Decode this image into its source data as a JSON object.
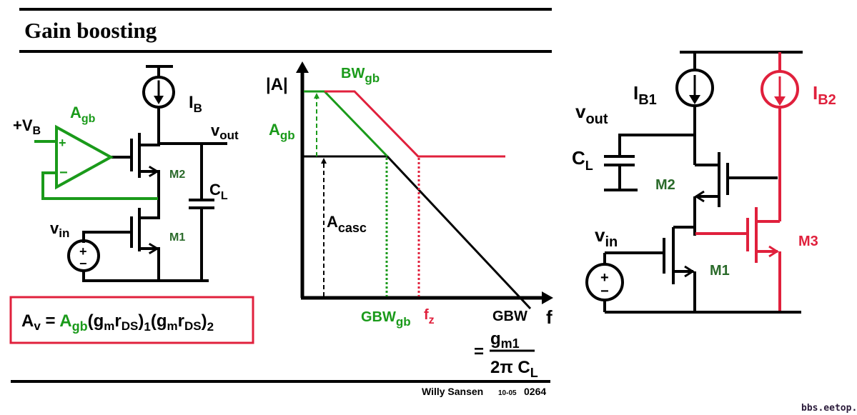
{
  "slide": {
    "title": "Gain boosting",
    "footer_author": "Willy Sansen",
    "footer_date": "10-05",
    "footer_page": "0264",
    "watermark": "bbs.eetop.cn"
  },
  "colors": {
    "black": "#000000",
    "green": "#1a9a1a",
    "dark_green": "#2a6a2a",
    "red": "#e0203c",
    "box_border": "#e0203c"
  },
  "left_circuit": {
    "vb_label": "+V",
    "vb_sub": "B",
    "amp_label": "A",
    "amp_sub": "gb",
    "amp_plus": "+",
    "amp_minus": "−",
    "ib_label": "I",
    "ib_sub": "B",
    "vout_label": "v",
    "vout_sub": "out",
    "cl_label": "C",
    "cl_sub": "L",
    "m2_label": "M2",
    "m1_label": "M1",
    "vin_label": "v",
    "vin_sub": "in",
    "src_plus": "+",
    "src_minus": "−"
  },
  "formula": {
    "av": "A",
    "av_sub": "v",
    "eq": " = ",
    "agb": "A",
    "agb_sub": "gb",
    "p1": "(g",
    "p1_sub_m": "m",
    "p1_r": "r",
    "p1_sub_ds": "DS",
    "p1_close": ")",
    "p1_sub_1": "1",
    "p2": "(g",
    "p2_sub_m": "m",
    "p2_r": "r",
    "p2_sub_ds": "DS",
    "p2_close": ")",
    "p2_sub_2": "2"
  },
  "bode": {
    "y_axis_label": "|A|",
    "x_axis_label": "f",
    "bw_label": "BW",
    "bw_sub": "gb",
    "agb_label": "A",
    "agb_sub": "gb",
    "acasc_label": "A",
    "acasc_sub": "casc",
    "gbwgb_label": "GBW",
    "gbwgb_sub": "gb",
    "fz_label": "f",
    "fz_sub": "z",
    "gbw_label": "GBW",
    "gbw_eq": "=",
    "gbw_num": "g",
    "gbw_num_sub": "m1",
    "gbw_den": "2π C",
    "gbw_den_sub": "L"
  },
  "right_circuit": {
    "ib1_label": "I",
    "ib1_sub": "B1",
    "ib2_label": "I",
    "ib2_sub": "B2",
    "vout_label": "v",
    "vout_sub": "out",
    "cl_label": "C",
    "cl_sub": "L",
    "m2_label": "M2",
    "m1_label": "M1",
    "m3_label": "M3",
    "vin_label": "v",
    "vin_sub": "in",
    "src_plus": "+",
    "src_minus": "−"
  }
}
